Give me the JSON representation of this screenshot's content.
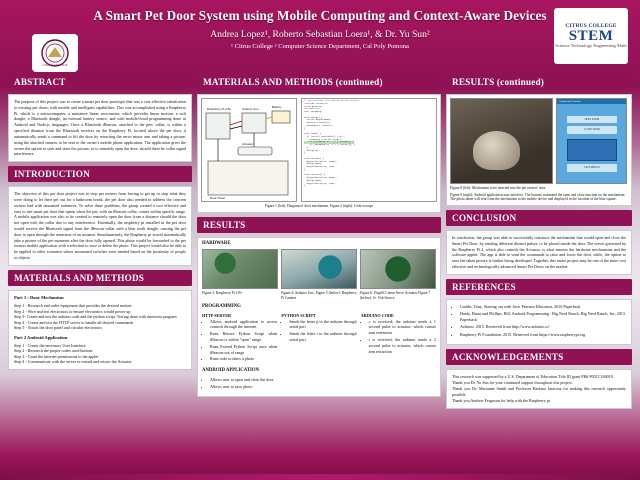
{
  "header": {
    "title": "A Smart Pet Door System using Mobile Computing and Context-Aware Devices",
    "authors": "Andrea Lopez¹, Roberto Sebastian Loera¹, & Dr. Yu Sun²",
    "affiliation": "¹ Citrus College ² Computer Science Department, Cal Poly Pomona",
    "logo_left_name": "citrus-college-seal",
    "logo_right": {
      "top_text": "CITRUS COLLEGE",
      "main_text": "STEM",
      "sub_text": "Science Technology Engineering Math"
    }
  },
  "sections": {
    "abstract": {
      "heading": "ABSTRACT",
      "body": "The purpose of this project was to create a smart pet door prototype that was a cost effective substitution to existing pet doors, with mobile and intelligent capabilities. This was accomplished using a Raspberry Pi, which is a microcomputer, a miniature linear servomotor, which provides linear motion, a wifi dongle, a Bluetooth dongle, an external battery source, and with mobile/cloud programming done in Android and Node.js languages. Once a Bluetooth iBeacon, attached to the pets' collar, is within a specified distance from the Bluetooth receiver on the Raspberry Pi, located above the pet door, it automatically sends a command to lift the door by retracting the servo motor arm and taking a picture, using the attached camera, to be sent to the owner's mobile phone application. The application gives the owner the option to save and store the picture, or to remotely open the door, should there be collar signal interference."
    },
    "introduction": {
      "heading": "INTRODUCTION",
      "body": "The objective of this pet door project was to stop pet owners from having to get up or stop what they were doing to let their pet out for a bathroom break, the pet door also needed to address the concern owners had with unwanted entrances. To solve these problems, the group created a cost effective and easy to use smart pet door that opens when the pet, with an iBeacon collar, comes within specific range. A mobile application was also to be created to remotely open the door from a distance should the door not open with the collar due to any interference. Essentially, the raspberry pi installed in the pet door would receive the Bluetooth signal from the iBeacon collar with a blue tooth dongle, causing the pet door to open through the retraction of an actuator. Simultaneously, the Raspberry pi would automatically take a picture of the pet moments after the door fully opened. This photo would be forwarded to the pet owners mobile application with a selection to save or delete the photo. This project would also be able to be applied to other scenarios where automated switches were needed based on the proximity of people or objects."
    },
    "materials_methods": {
      "heading": "MATERIALS AND METHODS",
      "part1_title": "Part 1 : Door Mechanism",
      "part1_steps": [
        "Step 1 - Research and order equipment that provides the desired motion",
        "Step 2 - Wire and test electronics to ensure electronics would power up",
        "Step 3- Create and test the arduino code and the python script. Testing done with minicom program.",
        "Step 4 - Create and test the HTTP server to handle all desired commands",
        "Step 5 - Attach the door panel and circular electronics"
      ],
      "part2_title": "Part 2 Android Application",
      "part2_steps": [
        "Step 1 - Create the necessary User Interface",
        "Step 2 - Research the proper codes used buttons",
        "Step 3 - Grant the internet permissions to the applet",
        "Step 4 - Communicate with the server to extend and retract the Actuator"
      ]
    },
    "materials_methods_cont": {
      "heading": "MATERIALS AND METHODS (continued)",
      "diagram_labels": {
        "pi": "Raspberry Pi 2 B+",
        "arduino": "Arduino Uno",
        "remote": "Remote",
        "actuator": "Actuator",
        "battery": "Battery",
        "usb": "USB",
        "pins": "Pins",
        "door": "Door Panel"
      },
      "figure_caption": "Figure 1 (left): Diagram of door mechanism. Figure 2 (right): Code excerpt",
      "code_title": "// SmartPetDoor.ino   Arduino sketch excerpt"
    },
    "results": {
      "heading": "RESULTS",
      "hardware_label": "HARDWARE",
      "programming_label": "PROGRAMMING",
      "figures": [
        {
          "name": "pi-photo",
          "caption": "Figure 3: Raspberry Pi 2 B+"
        },
        {
          "name": "arduino-photo",
          "caption": "Figure 4: Arduino Uno,\nFigure 5 (below): Raspberry Pi Camera"
        },
        {
          "name": "actuator-photo",
          "caption": "Figure 6: Firgelli Linear Servo Actuator\nFigure 7 (below): 6+ Volt Source"
        }
      ],
      "columns": [
        {
          "title": "HTTP SERVER",
          "items": [
            "Allows android application to access controls through the internet",
            "Runs Retract Python Script when iBeacon is within \"open\" range",
            "Runs Extend Python Script once when iBeacon out of range",
            "Runs code to takes a photo"
          ]
        },
        {
          "title": "PYTHON SCRIPT",
          "items": [
            "Sends the letter p to the arduino through serial port",
            "Sends the letter t to the arduino through serial port"
          ]
        },
        {
          "title": "ARDUINO CODE",
          "items": [
            "c is received; the arduino sends a 1 second pulse to actuator, which causes arm extension",
            "t is received; the arduino sends a 2 second pulse to actuator, which causes arm retraction"
          ]
        }
      ],
      "android_title": "ANDROID APPLICATION",
      "android_items": [
        "Allows user to open and close the door",
        "Allows user to save photo"
      ]
    },
    "results_cont": {
      "heading": "RESULTS (continued)",
      "captions": [
        "Figure 8 (left): Mechanism to be inserted into the pet owners' door",
        "Figure 9 (right): Android application user interface. The buttons command the open and close function on the mechanism. The photo taken will sent from the mechanism to the mobile device and  displayed in the location of the blue square."
      ],
      "app_screen": {
        "title": "RaspberryPiController",
        "buttons": [
          "OPEN DOOR",
          "CLOSE DOOR",
          "SAVE PHOTO"
        ]
      }
    },
    "conclusion": {
      "heading": "CONCLUSION",
      "body": "In conclusion, the group was able to successfully construct the mechanism that would open and close the Smart Pet Door, by sending different distinct pulses, to be placed inside the door. The server governed by the Raspberry Pi 2, which also controls the Actuator, is what marries the hardware mechanisms and the software applet. The app is able to send the commands to raise and lower the door, while, the option to save the taken picture is further being developed. Together, this entire project may be one of the more cost effective and technologically advanced Smart Pet Doors on the market."
    },
    "references": {
      "heading": "REFERENCES",
      "items": [
        "Gaddis, Tony, Starting out with Java. Pearson Education, 2016 Paperback",
        "Hardy, Brian and Phillips, Bill, Android Programming : Big Nerd Ranch. Big Nerd Ranch, Inc, 2013. Paperback",
        "Arduino. 2015. Retrieved from  http://www.arduino.cc/",
        "Raspberry Pi Foundation. 2015. Retrieved from https://www.raspberrypi.org"
      ]
    },
    "acknowledgements": {
      "heading": "ACKNOWLEDGEMENTS",
      "body": "This research was supported by a U.S. Department of Education Title III grant PR# P031C160019.\nThank you Dr. Yu Sun for your continued support throughout this project.\nThank you Dr. Marianne Smith and Professor Barbara Jaracosa for making this research opportunity possible.\nThank you Andrew Ferguson for help with the Raspberry pi."
    }
  },
  "colors": {
    "heading_bg": "#8e1254",
    "heading_text": "#ffffff",
    "poster_bg": "#a8155f",
    "panel_bg": "#ffffff"
  }
}
